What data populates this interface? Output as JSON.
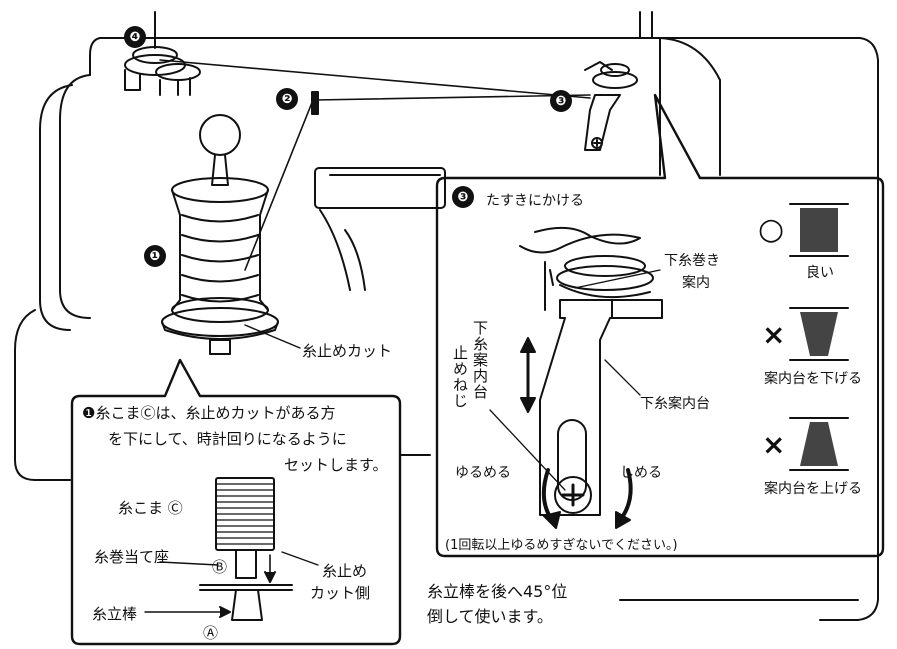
{
  "badges": {
    "b1": "❶",
    "b2": "❷",
    "b3": "❸",
    "b4": "❹"
  },
  "labels": {
    "thread_stop_cut": "糸止めカット",
    "instruction_line1": "❶糸こまⒸは、糸止めカットがある方",
    "instruction_line2": "を下にして、時計回りになるように",
    "instruction_line3": "セットします。",
    "spool_label": "糸こま Ⓒ",
    "spool_seat_label": "糸巻当て座",
    "b_marker": "Ⓑ",
    "stop_cut_side_line1": "糸止め",
    "stop_cut_side_line2": "カット側",
    "spool_pin_label": "糸立棒",
    "a_marker": "Ⓐ",
    "tilt_line1": "糸立棒を後へ45°位",
    "tilt_line2": "倒して使います。",
    "cross_thread": "たすきにかける",
    "bobbin_guide_line1": "下糸巻き",
    "bobbin_guide_line2": "案内",
    "bobbin_guide_base": "下糸案内台",
    "guide_base_screw_vertical_1": "下糸案内台",
    "guide_base_screw_vertical_2": "止めねじ",
    "loosen": "ゆるめる",
    "tighten": "しめる",
    "caution": "(1回転以上ゆるめすぎないでください。)",
    "good_mark": "○",
    "good": "良い",
    "bad_mark_1": "×",
    "lower_base": "案内台を下げる",
    "bad_mark_2": "×",
    "raise_base": "案内台を上げる"
  }
}
